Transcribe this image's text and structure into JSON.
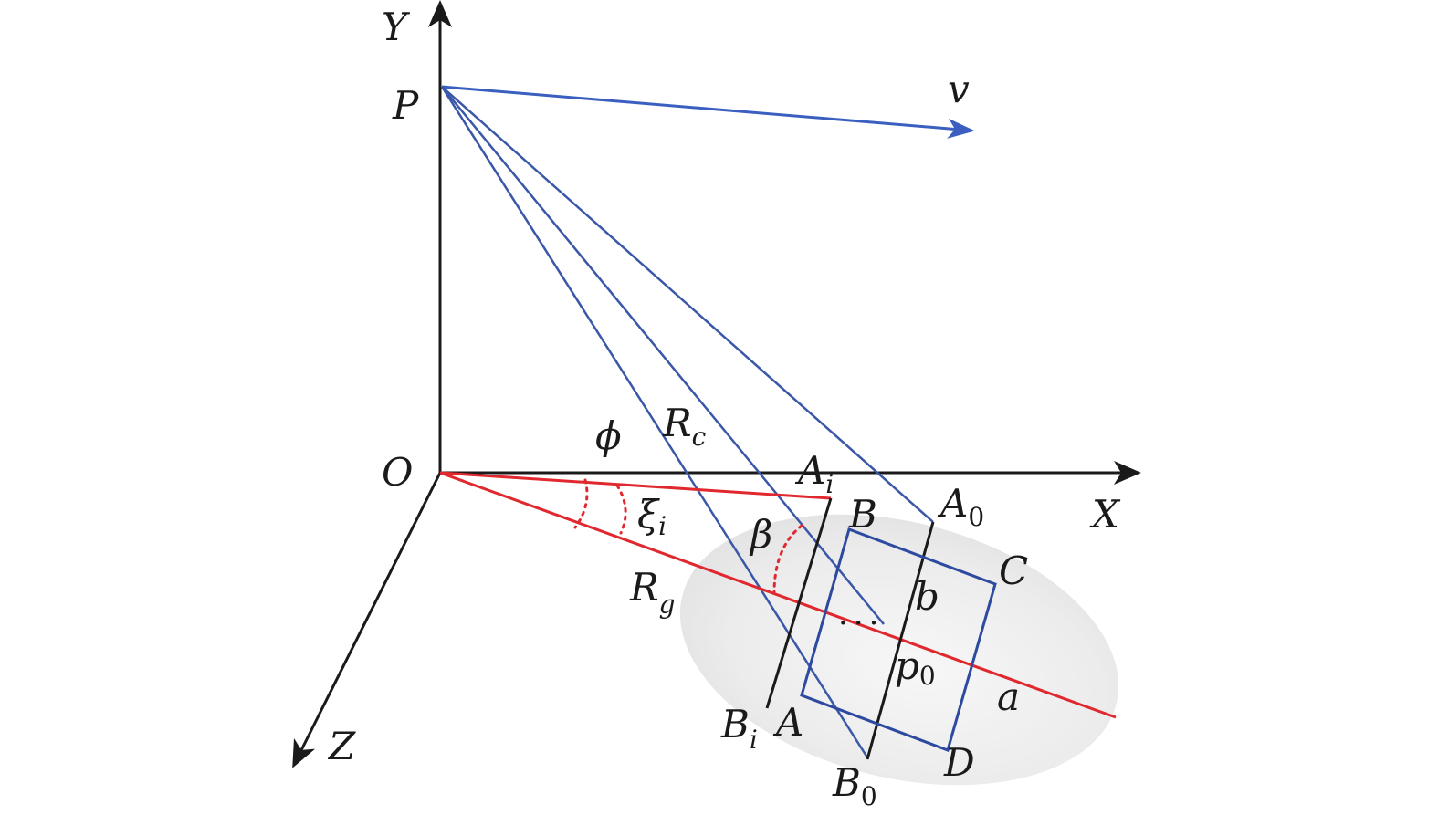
{
  "diagram": {
    "axes": {
      "x": "X",
      "y": "Y",
      "z": "Z",
      "origin": "O"
    },
    "points": {
      "platform": "P",
      "velocity": "v",
      "A_i": {
        "base": "A",
        "sub": "i"
      },
      "A_0": {
        "base": "A",
        "sub": "0"
      },
      "B_i": {
        "base": "B",
        "sub": "i"
      },
      "B_0": {
        "base": "B",
        "sub": "0"
      },
      "p_0": {
        "base": "p",
        "sub": "0"
      },
      "A": "A",
      "B": "B",
      "C": "C",
      "D": "D"
    },
    "quantities": {
      "R_c": {
        "base": "R",
        "sub": "c"
      },
      "R_g": {
        "base": "R",
        "sub": "g"
      },
      "phi": "ϕ",
      "xi_i": {
        "base": "ξ",
        "sub": "i"
      },
      "beta": "β",
      "a": "a",
      "b": "b",
      "ellipsis": "..."
    },
    "colors": {
      "axis": "#1a1a1a",
      "blue_lines": "#3a57a8",
      "red_lines": "#e0282e",
      "dotted_arcs": "#e0282e",
      "footprint_fill": "#e9e9e9"
    }
  }
}
